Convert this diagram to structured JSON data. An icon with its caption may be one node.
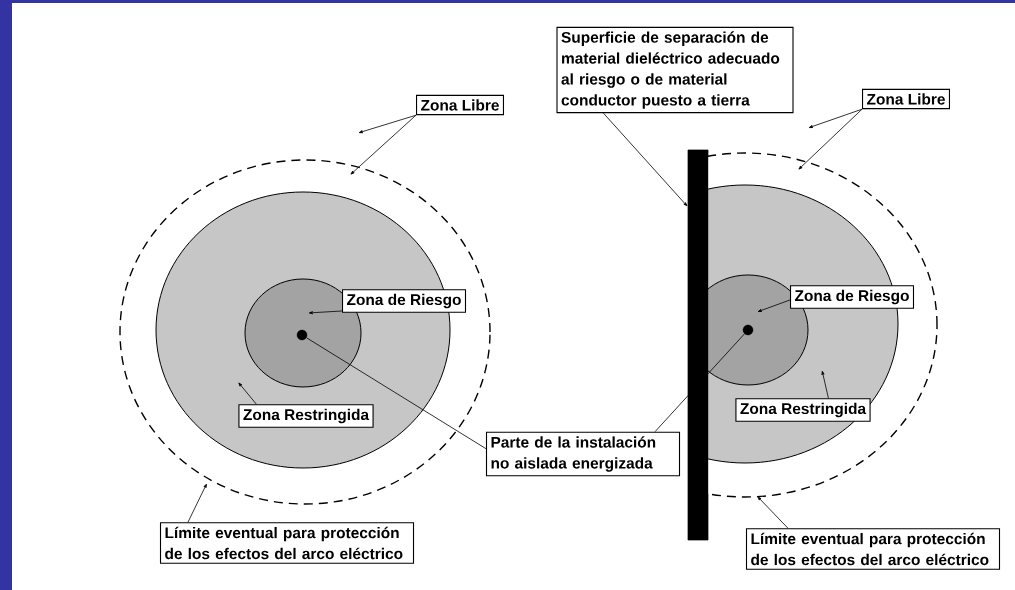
{
  "diagram": {
    "nodes": [
      {
        "text": [],
        "shape": "circle"
      },
      {
        "text": [],
        "shape": "circle",
        "in": 0
      },
      {
        "text": [],
        "shape": "circle",
        "in": 1
      },
      {
        "text": [],
        "shape": "circle",
        "in": 2
      },
      {
        "text": [],
        "shape": "bar"
      },
      {
        "text": [],
        "shape": "circle"
      },
      {
        "text": [],
        "shape": "circle",
        "in": 5
      },
      {
        "text": [],
        "shape": "circle",
        "in": 6
      },
      {
        "text": [],
        "shape": "circle",
        "in": 7
      },
      {
        "text": [
          "Zona Libre"
        ]
      },
      {
        "text": [
          "Zona de Riesgo"
        ],
        "in": 0
      },
      {
        "text": [
          "Zona Restringida"
        ],
        "in": 1
      },
      {
        "text": [
          "Límite eventual para protección de los efectos del arco eléctrico"
        ]
      },
      {
        "text": [
          "Parte de la instalación no aislada energizada"
        ]
      },
      {
        "text": [
          "Superficie de separación de material dieléctrico adecuado al riesgo o de material conductor puesto a tierra"
        ]
      },
      {
        "text": [
          "Zona Libre"
        ]
      },
      {
        "text": [
          "Zona de Riesgo"
        ],
        "in": 5
      },
      {
        "text": [
          "Zona Restringida"
        ],
        "in": 6
      },
      {
        "text": [
          "Límite eventual para protección de los efectos del arco eléctrico"
        ]
      }
    ],
    "edges": [
      {
        "from": 9,
        "to": null,
        "arrow": "to"
      },
      {
        "from": 9,
        "to": 0,
        "arrow": "to"
      },
      {
        "from": 10,
        "to": 2,
        "arrow": "to"
      },
      {
        "from": 11,
        "to": 1,
        "arrow": "to"
      },
      {
        "from": 12,
        "to": 0,
        "arrow": "to"
      },
      {
        "from": 13,
        "to": 3,
        "arrow": "none"
      },
      {
        "from": 13,
        "to": 8,
        "arrow": "none"
      },
      {
        "from": 14,
        "to": 4,
        "arrow": "to"
      },
      {
        "from": 15,
        "to": null,
        "arrow": "to"
      },
      {
        "from": 15,
        "to": 5,
        "arrow": "to"
      },
      {
        "from": 16,
        "to": 7,
        "arrow": "to"
      },
      {
        "from": 17,
        "to": 6,
        "arrow": "to"
      },
      {
        "from": 18,
        "to": 5,
        "arrow": "to"
      }
    ]
  }
}
